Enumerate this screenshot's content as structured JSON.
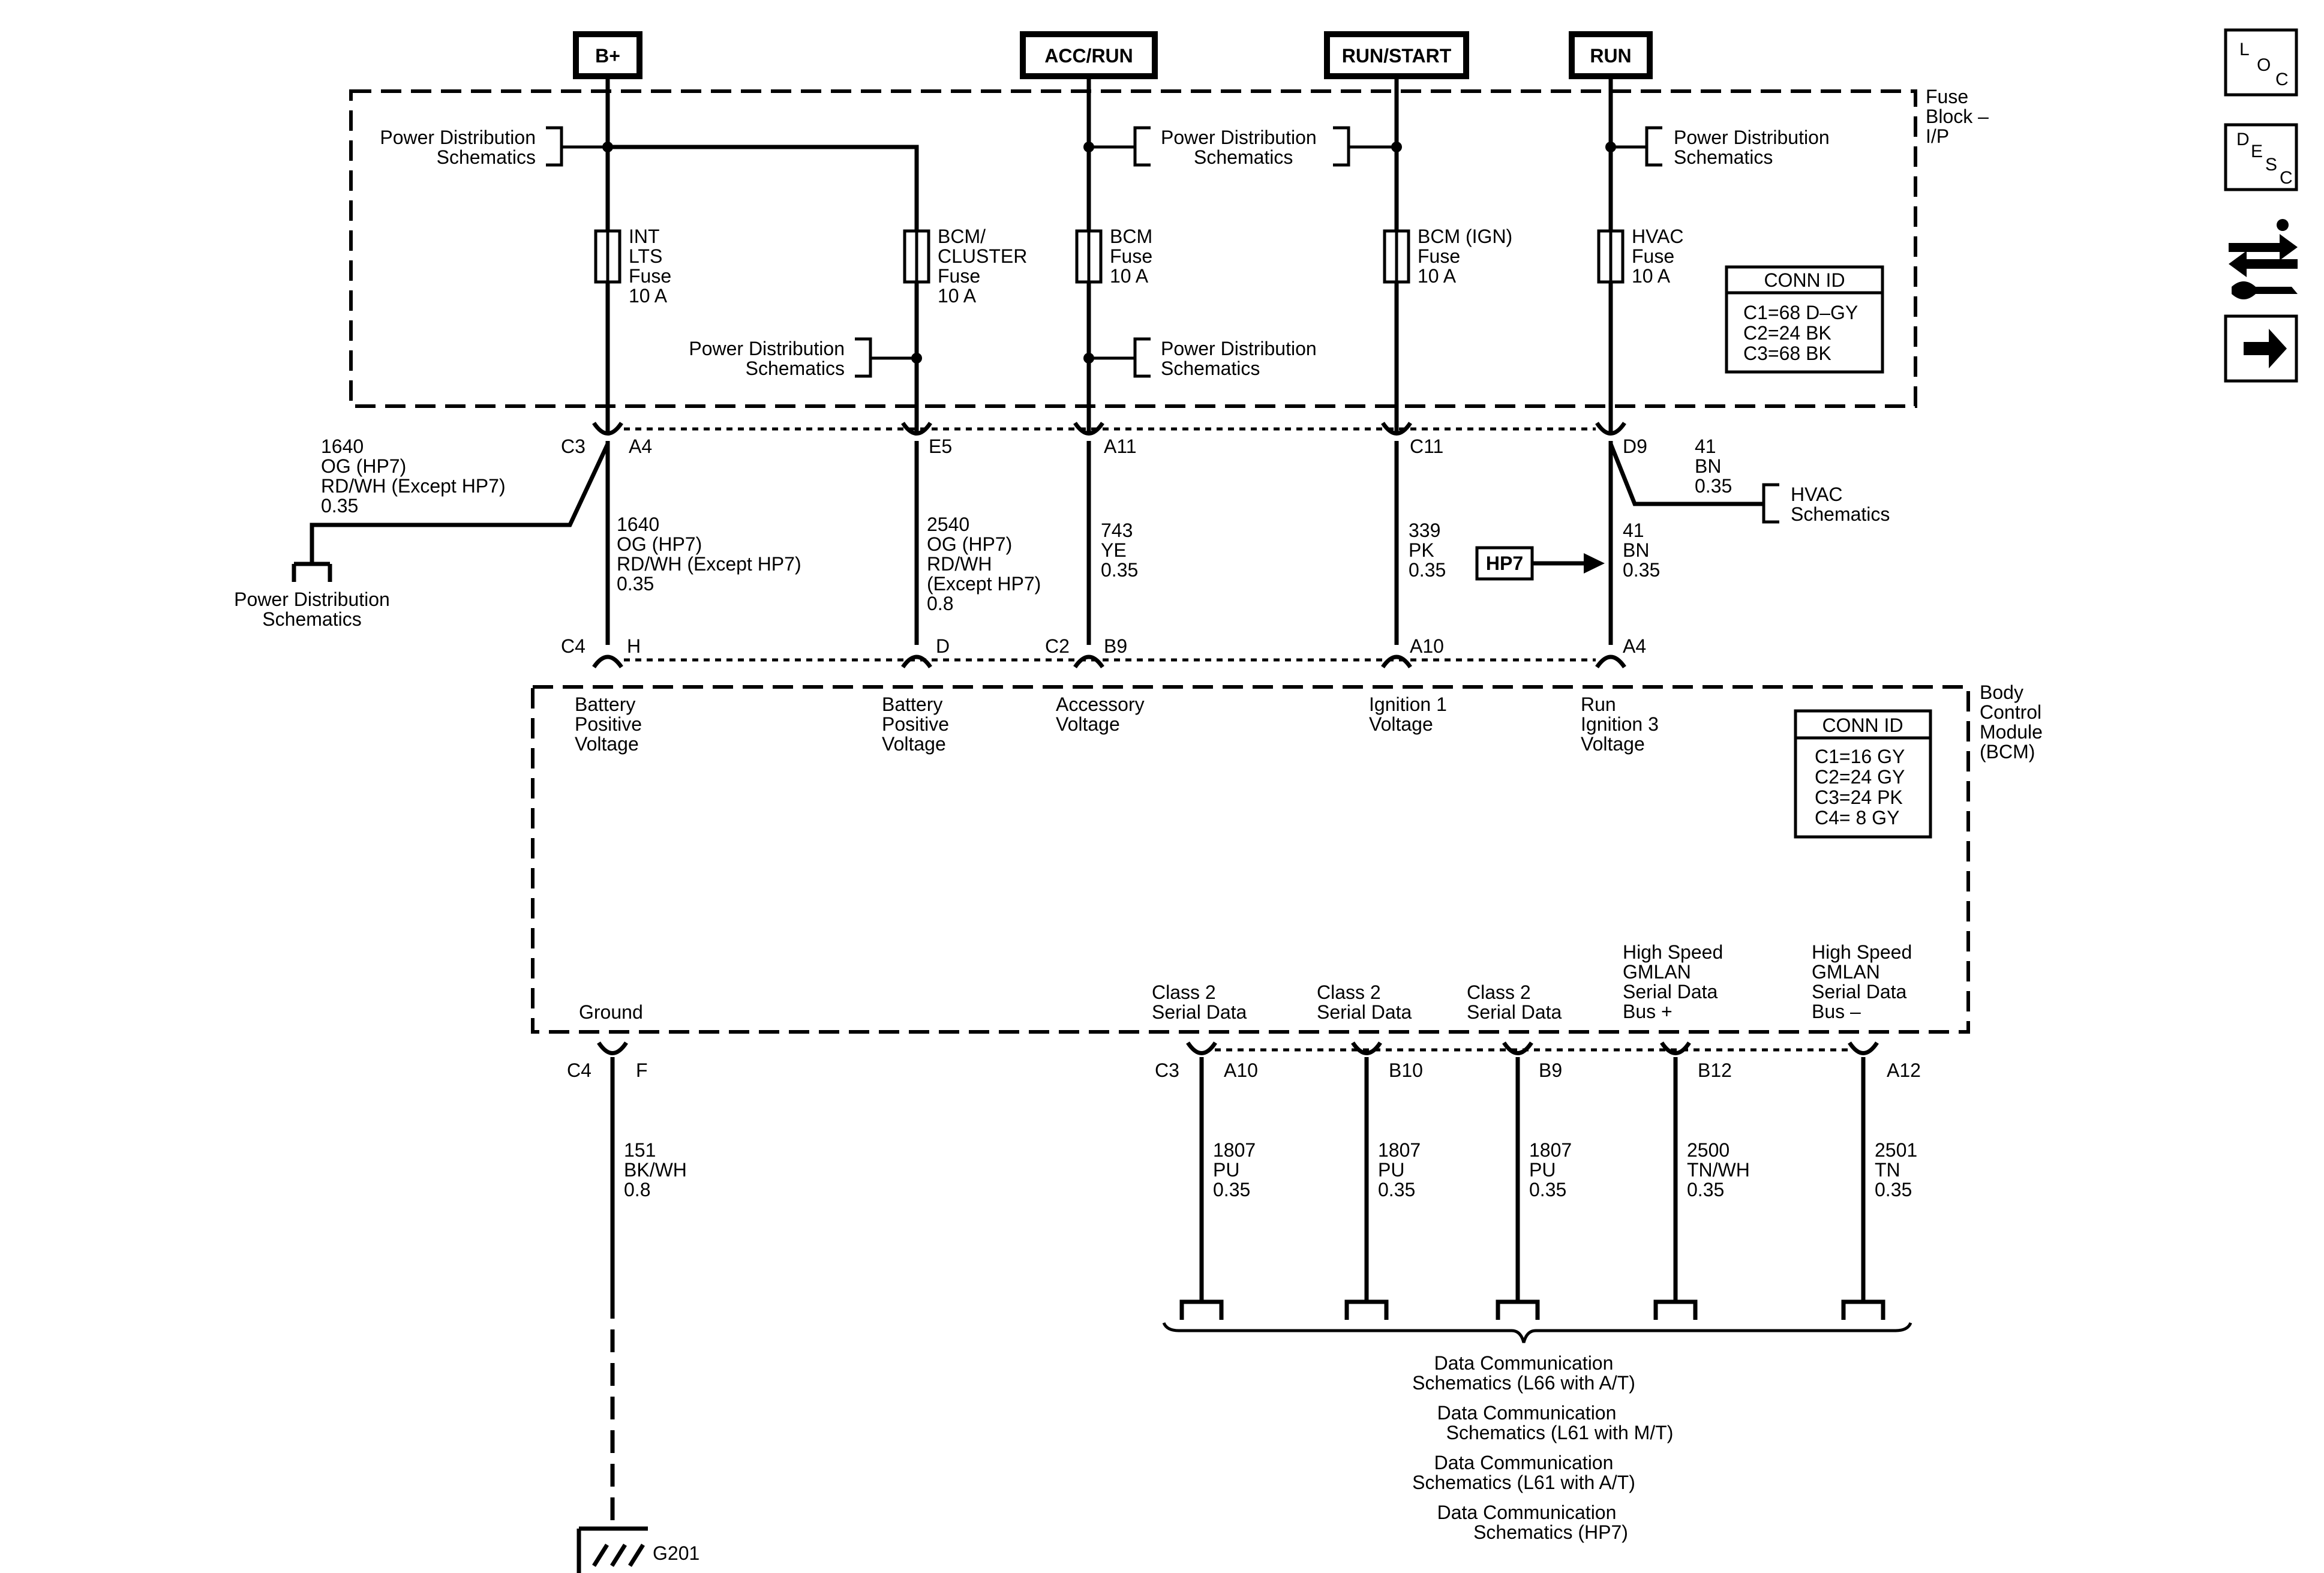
{
  "power_sources": [
    "B+",
    "ACC/RUN",
    "RUN/START",
    "RUN"
  ],
  "fuse_block": {
    "label": [
      "Fuse",
      "Block –",
      "I/P"
    ],
    "conn_id": {
      "title": "CONN ID",
      "lines": [
        "C1=68 D–GY",
        "C2=24 BK",
        "C3=68 BK"
      ]
    }
  },
  "power_dist": [
    "Power Distribution",
    "Schematics"
  ],
  "fuses": [
    {
      "lines": [
        "INT",
        "LTS",
        "Fuse",
        "10 A"
      ]
    },
    {
      "lines": [
        "BCM/",
        "CLUSTER",
        "Fuse",
        "10 A"
      ]
    },
    {
      "lines": [
        "BCM",
        "Fuse",
        "10 A"
      ]
    },
    {
      "lines": [
        "BCM (IGN)",
        "Fuse",
        "10 A"
      ]
    },
    {
      "lines": [
        "HVAC",
        "Fuse",
        "10 A"
      ]
    }
  ],
  "fuse_block_pins": [
    "C3",
    "A4",
    "E5",
    "A11",
    "C11",
    "D9"
  ],
  "wires_upper": [
    {
      "lines": [
        "1640",
        "OG (HP7)",
        "RD/WH (Except HP7)",
        "0.35"
      ]
    },
    {
      "lines": [
        "1640",
        "OG (HP7)",
        "RD/WH (Except HP7)",
        "0.35"
      ]
    },
    {
      "lines": [
        "2540",
        "OG (HP7)",
        "RD/WH",
        "(Except HP7)",
        "0.8"
      ]
    },
    {
      "lines": [
        "743",
        "YE",
        "0.35"
      ]
    },
    {
      "lines": [
        "339",
        "PK",
        "0.35"
      ]
    },
    {
      "lines": [
        "41",
        "BN",
        "0.35"
      ]
    },
    {
      "lines": [
        "41",
        "BN",
        "0.35"
      ]
    }
  ],
  "hvac_schematics": [
    "HVAC",
    "Schematics"
  ],
  "hp7_tag": "HP7",
  "bcm_pins_top": [
    "C4",
    "H",
    "D",
    "C2",
    "B9",
    "A10",
    "A4"
  ],
  "bcm": {
    "label": [
      "Body",
      "Control",
      "Module",
      "(BCM)"
    ],
    "conn_id": {
      "title": "CONN ID",
      "lines": [
        "C1=16 GY",
        "C2=24 GY",
        "C3=24 PK",
        "C4=  8 GY"
      ]
    },
    "inputs": [
      [
        "Battery",
        "Positive",
        "Voltage"
      ],
      [
        "Battery",
        "Positive",
        "Voltage"
      ],
      [
        "Accessory",
        "Voltage"
      ],
      [
        "Ignition 1",
        "Voltage"
      ],
      [
        "Run",
        "Ignition 3",
        "Voltage"
      ]
    ],
    "outputs": [
      [
        "Ground"
      ],
      [
        "Class 2",
        "Serial Data"
      ],
      [
        "Class 2",
        "Serial Data"
      ],
      [
        "Class 2",
        "Serial Data"
      ],
      [
        "High Speed",
        "GMLAN",
        "Serial Data",
        "Bus +"
      ],
      [
        "High Speed",
        "GMLAN",
        "Serial Data",
        "Bus –"
      ]
    ]
  },
  "bcm_pins_bottom": [
    "C4",
    "F",
    "C3",
    "A10",
    "B10",
    "B9",
    "B12",
    "A12"
  ],
  "wires_lower": [
    {
      "lines": [
        "151",
        "BK/WH",
        "0.8"
      ]
    },
    {
      "lines": [
        "1807",
        "PU",
        "0.35"
      ]
    },
    {
      "lines": [
        "1807",
        "PU",
        "0.35"
      ]
    },
    {
      "lines": [
        "1807",
        "PU",
        "0.35"
      ]
    },
    {
      "lines": [
        "2500",
        "TN/WH",
        "0.35"
      ]
    },
    {
      "lines": [
        "2501",
        "TN",
        "0.35"
      ]
    }
  ],
  "ground_id": "G201",
  "data_comm": [
    [
      "Data Communication",
      "Schematics (L66 with A/T)"
    ],
    [
      "Data Communication",
      "Schematics (L61 with M/T)"
    ],
    [
      "Data Communication",
      "Schematics (L61 with A/T)"
    ],
    [
      "Data Communication",
      "Schematics (HP7)"
    ]
  ],
  "side_icons": [
    {
      "name": "loc-icon",
      "letters": [
        "L",
        "O",
        "C"
      ]
    },
    {
      "name": "desc-icon",
      "letters": [
        "D",
        "E",
        "S",
        "C"
      ]
    },
    {
      "name": "connector-tools-icon"
    },
    {
      "name": "next-arrow-icon"
    }
  ]
}
